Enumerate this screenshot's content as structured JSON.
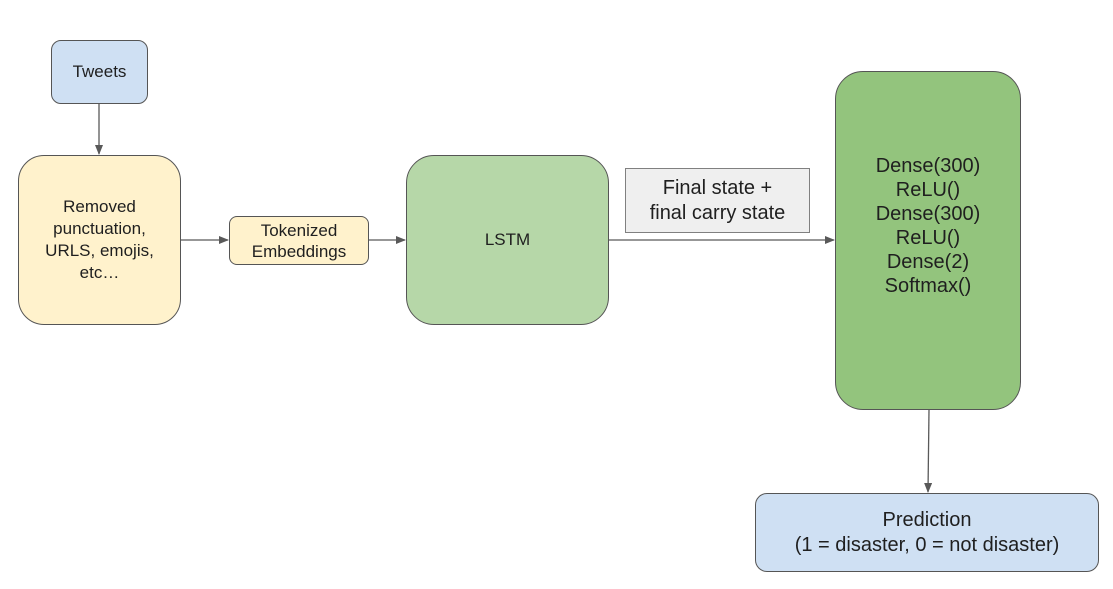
{
  "nodes": {
    "tweets": {
      "lines": [
        "Tweets"
      ]
    },
    "preprocess": {
      "lines": [
        "Removed",
        "punctuation,",
        "URLS, emojis,",
        "etc…"
      ]
    },
    "tokenized": {
      "lines": [
        "Tokenized",
        "Embeddings"
      ]
    },
    "lstm": {
      "lines": [
        "LSTM"
      ]
    },
    "state_label": {
      "lines": [
        "Final state +",
        "final carry state"
      ]
    },
    "dense_block": {
      "lines": [
        "Dense(300)",
        "ReLU()",
        "Dense(300)",
        "ReLU()",
        "Dense(2)",
        "Softmax()"
      ]
    },
    "prediction": {
      "lines": [
        "Prediction",
        "(1 = disaster, 0 = not disaster)"
      ]
    }
  },
  "colors": {
    "input_blue": "#cfe0f3",
    "preprocess_yellow": "#fff2cc",
    "lstm_green": "#b6d7a8",
    "dense_green": "#93c47d",
    "label_gray": "#efefef",
    "edge": "#595959"
  }
}
